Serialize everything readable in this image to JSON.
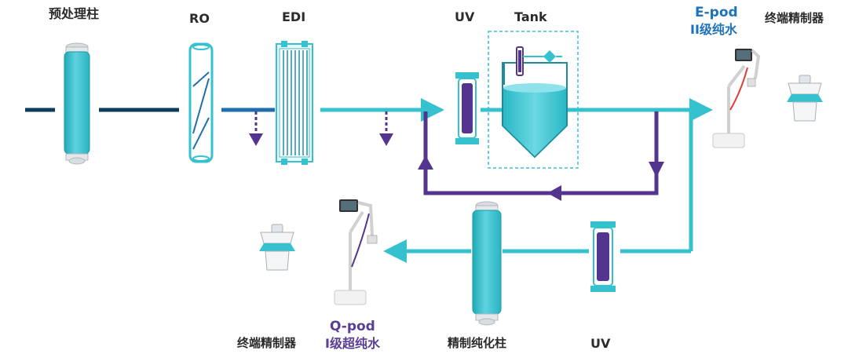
{
  "labels": {
    "pretreatment": "预处理柱",
    "ro": "RO",
    "edi": "EDI",
    "uv_top": "UV",
    "tank": "Tank",
    "epod": "E-pod",
    "epod_grade": "II级纯水",
    "terminal_filter_top": "终端精制器",
    "qpod": "Q-pod",
    "qpod_grade": "I级超纯水",
    "terminal_filter_bottom": "终端精制器",
    "polishing": "精制纯化柱",
    "uv_bottom": "UV"
  },
  "colors": {
    "navy": "#0e3c5c",
    "blue": "#1f6fae",
    "teal": "#36c1cf",
    "purple": "#53348f",
    "label_dark": "#2b2b2b",
    "label_blue": "#1d73b9",
    "label_purple": "#5a3d96"
  }
}
